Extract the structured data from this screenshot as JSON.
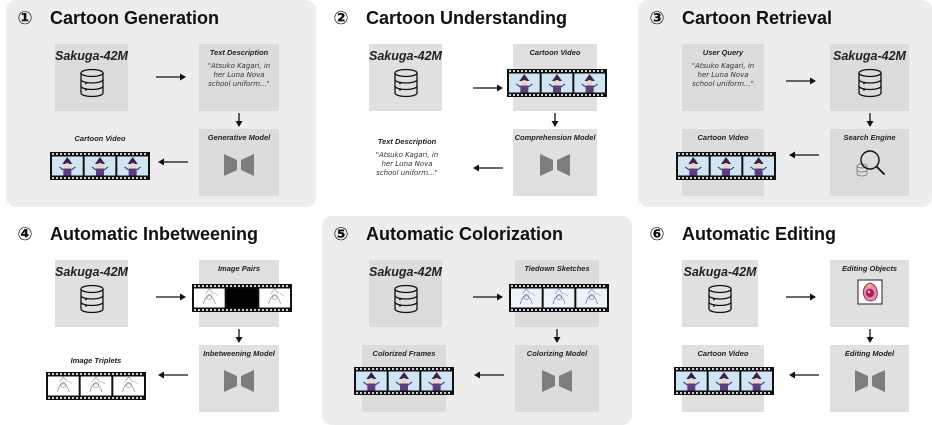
{
  "panels": [
    {
      "num": "①",
      "title": "Cartoon Generation",
      "tl": "Sakuga-42M",
      "tr": "Text Description",
      "tr_quote": "\"Atsuko Kagari, in\nher Luna Nova\nschool uniform...\"",
      "br": "Generative Model",
      "bl": "Cartoon Video"
    },
    {
      "num": "②",
      "title": "Cartoon Understanding",
      "tl": "Sakuga-42M",
      "tr": "Cartoon Video",
      "br": "Comprehension Model",
      "bl": "Text Description",
      "bl_quote": "\"Atsuko Kagari, in\nher Luna Nova\nschool uniform...\""
    },
    {
      "num": "③",
      "title": "Cartoon Retrieval",
      "tl": "User Query",
      "tl_quote": "\"Atsuko Kagari, in\nher Luna Nova\nschool uniform...\"",
      "tr": "Sakuga-42M",
      "br": "Search Engine",
      "bl": "Cartoon Video"
    },
    {
      "num": "④",
      "title": "Automatic Inbetweening",
      "tl": "Sakuga-42M",
      "tr": "Image Pairs",
      "br": "Inbetweening Model",
      "bl": "Image Triplets"
    },
    {
      "num": "⑤",
      "title": "Automatic Colorization",
      "tl": "Sakuga-42M",
      "tr": "Tiedown Sketches",
      "br": "Colorizing Model",
      "bl": "Colorized Frames"
    },
    {
      "num": "⑥",
      "title": "Automatic Editing",
      "tl": "Sakuga-42M",
      "tr": "Editing Objects",
      "br": "Editing Model",
      "bl": "Cartoon Video"
    }
  ],
  "icons": {
    "dataset": "database-icon",
    "model": "hourglass-model-icon",
    "search": "magnifier-icon",
    "film": "film-strip-icon",
    "object": "editing-object-icon"
  },
  "colors": {
    "panel_bg": "#ededed",
    "box_bg": "#dcdcdc",
    "frame_blue": "#cfe5f3",
    "film": "#111111"
  }
}
